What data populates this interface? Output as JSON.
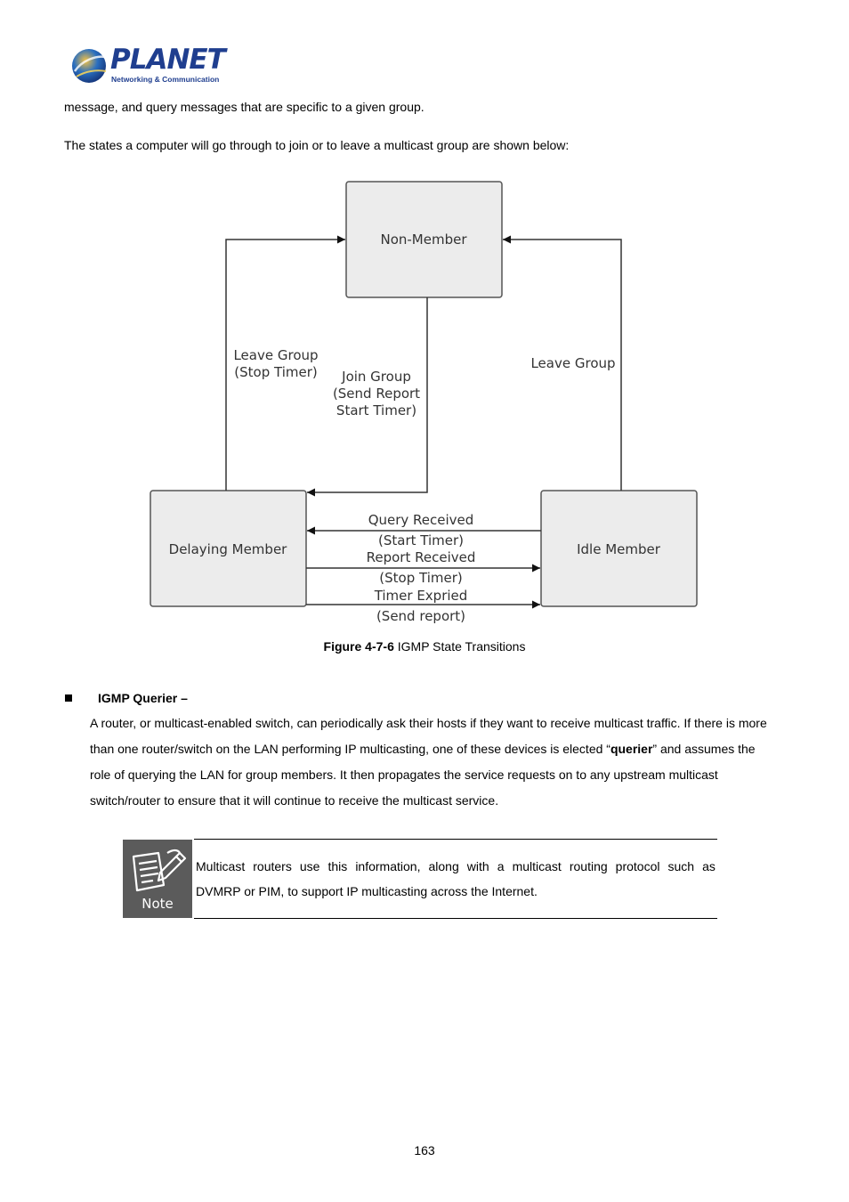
{
  "header": {
    "brand": "PLANET",
    "tagline": "Networking & Communication"
  },
  "text": {
    "para1": "message, and query messages that are specific to a given group.",
    "para2": "The states a computer will go through to join or to leave a multicast group are shown below:"
  },
  "diagram": {
    "states": {
      "non_member": "Non-Member",
      "delaying_member": "Delaying Member",
      "idle_member": "Idle Member"
    },
    "edges": {
      "leave_group_left": [
        "Leave Group",
        "(Stop Timer)"
      ],
      "join_group": [
        "Join Group",
        "(Send Report",
        "Start Timer)"
      ],
      "leave_group_right": "Leave Group",
      "query_received": "Query Received",
      "start_timer": "(Start Timer)",
      "report_received": "Report Received",
      "stop_timer": "(Stop Timer)",
      "timer_expired": "Timer Expried",
      "send_report": "(Send report)"
    }
  },
  "caption": {
    "label": "Figure 4-7-6",
    "text": " IGMP State Transitions"
  },
  "section": {
    "title": "IGMP Querier –",
    "lines": [
      "A router, or multicast-enabled switch, can periodically ask their hosts if they want to receive multicast traffic. If there is more",
      "than one router/switch on the LAN performing IP multicasting, one of these devices is elected “",
      "querier",
      "” and assumes the",
      "role of querying the LAN for group members. It then propagates the service requests on to any upstream multicast",
      "switch/router to ensure that it will continue to receive the multicast service."
    ]
  },
  "note": {
    "label": "Note",
    "line1_words": [
      "Multicast",
      "routers",
      "use",
      "this",
      "information,",
      "along",
      "with",
      "a",
      "multicast",
      "routing",
      "protocol",
      "such",
      "as"
    ],
    "line2": "DVMRP or PIM, to support IP multicasting across the Internet."
  },
  "page_number": "163"
}
